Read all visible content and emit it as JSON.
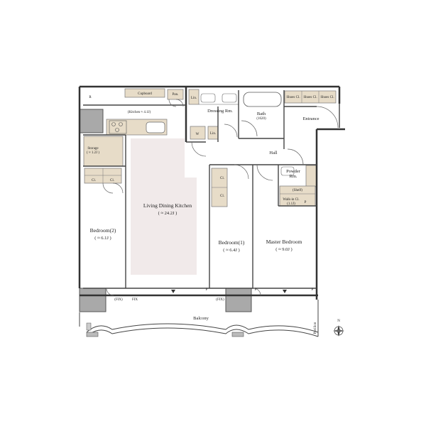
{
  "rooms": {
    "ldk": {
      "name": "Living Dining Kitchen",
      "area": "( ≈ 24.2J )"
    },
    "bedroom2": {
      "name": "Bedroom(2)",
      "area": "( ≈ 6.1J )"
    },
    "bedroom1": {
      "name": "Bedroom(1)",
      "area": "( ≈ 6.4J )"
    },
    "master": {
      "name": "Master Bedroom",
      "area": "( ≈ 9.0J )"
    },
    "kitchen": {
      "label": "(Kitchen ≈ 4.1J)"
    },
    "storage": {
      "name": "Storage",
      "area": "( ≈ 1.2J )"
    },
    "dressing": {
      "name": "Dressing Rm."
    },
    "bath": {
      "name": "Bath",
      "size": "(1620)"
    },
    "powder": {
      "name": "Powder",
      "name2": "Rm."
    },
    "walkin": {
      "name": "Walk-in Cl.",
      "area": "(1.1J)"
    },
    "hall": {
      "name": "Hall"
    },
    "entrance": {
      "name": "Entrance"
    },
    "balcony": {
      "name": "Balcony"
    }
  },
  "fixtures": {
    "refrigerator": "R",
    "cupboard": "Cupboard",
    "pantry": "Pan.",
    "linen1": "Lin.",
    "linen2": "Lin.",
    "washer": "W",
    "shoes1": "Shoes Cl.",
    "shoes2": "Shoes Cl.",
    "shoes3": "Shoes Cl.",
    "cl_bed2": "Cl.",
    "cl_bed2b": "Cl.",
    "cl_bed1a": "Cl.",
    "cl_bed1b": "Cl.",
    "shelf": "(Shelf)",
    "pipe1": "P",
    "pipe2": "P",
    "pipe3": "P",
    "pipe4": "P",
    "fix1": "(FIX)",
    "fix2": "FIX",
    "fix3": "(FIX)",
    "pavilion": "Pavilion",
    "compass": "N"
  }
}
